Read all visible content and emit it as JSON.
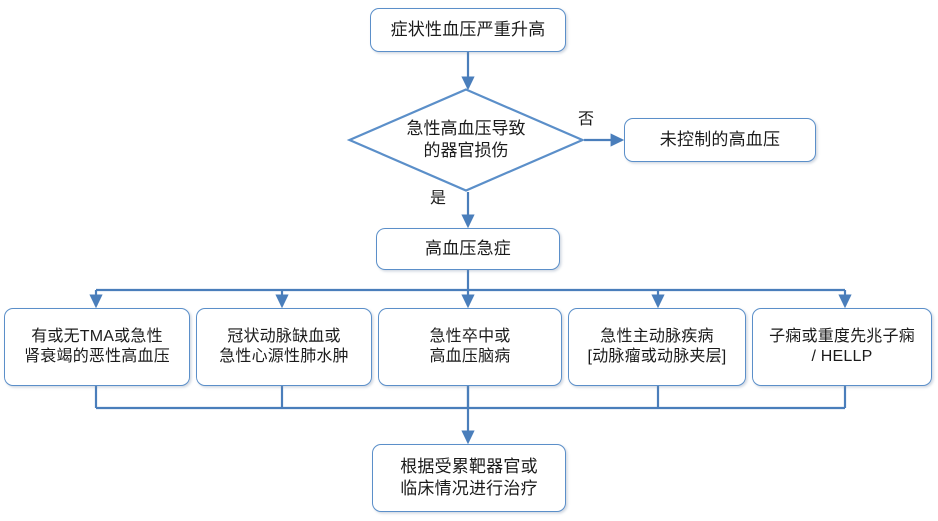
{
  "diagram": {
    "title_text": "症状性血压严重升高",
    "type": "flowchart",
    "colors": {
      "node_border": "#5B8FC9",
      "node_fill": "#FFFFFF",
      "connector": "#4A7EBB",
      "text": "#1B1B1B",
      "background": "#FFFFFF"
    },
    "nodes": {
      "start": {
        "label": "症状性血压严重升高",
        "shape": "rounded-rect"
      },
      "decision": {
        "label": "急性高血压导致\n的器官损伤",
        "shape": "diamond"
      },
      "uncontrolled": {
        "label": "未控制的高血压",
        "shape": "rounded-rect"
      },
      "emergency": {
        "label": "高血压急症",
        "shape": "rounded-rect"
      },
      "treatment": {
        "label": "根据受累靶器官或\n临床情况进行治疗",
        "shape": "rounded-rect"
      }
    },
    "edge_labels": {
      "no": "否",
      "yes": "是"
    },
    "categories": [
      {
        "label": "有或无TMA或急性\n肾衰竭的恶性高血压"
      },
      {
        "label": "冠状动脉缺血或\n急性心源性肺水肿"
      },
      {
        "label": "急性卒中或\n高血压脑病"
      },
      {
        "label": "急性主动脉疾病\n[动脉瘤或动脉夹层]"
      },
      {
        "label": "子痫或重度先兆子痫\n/ HELLP"
      }
    ]
  }
}
